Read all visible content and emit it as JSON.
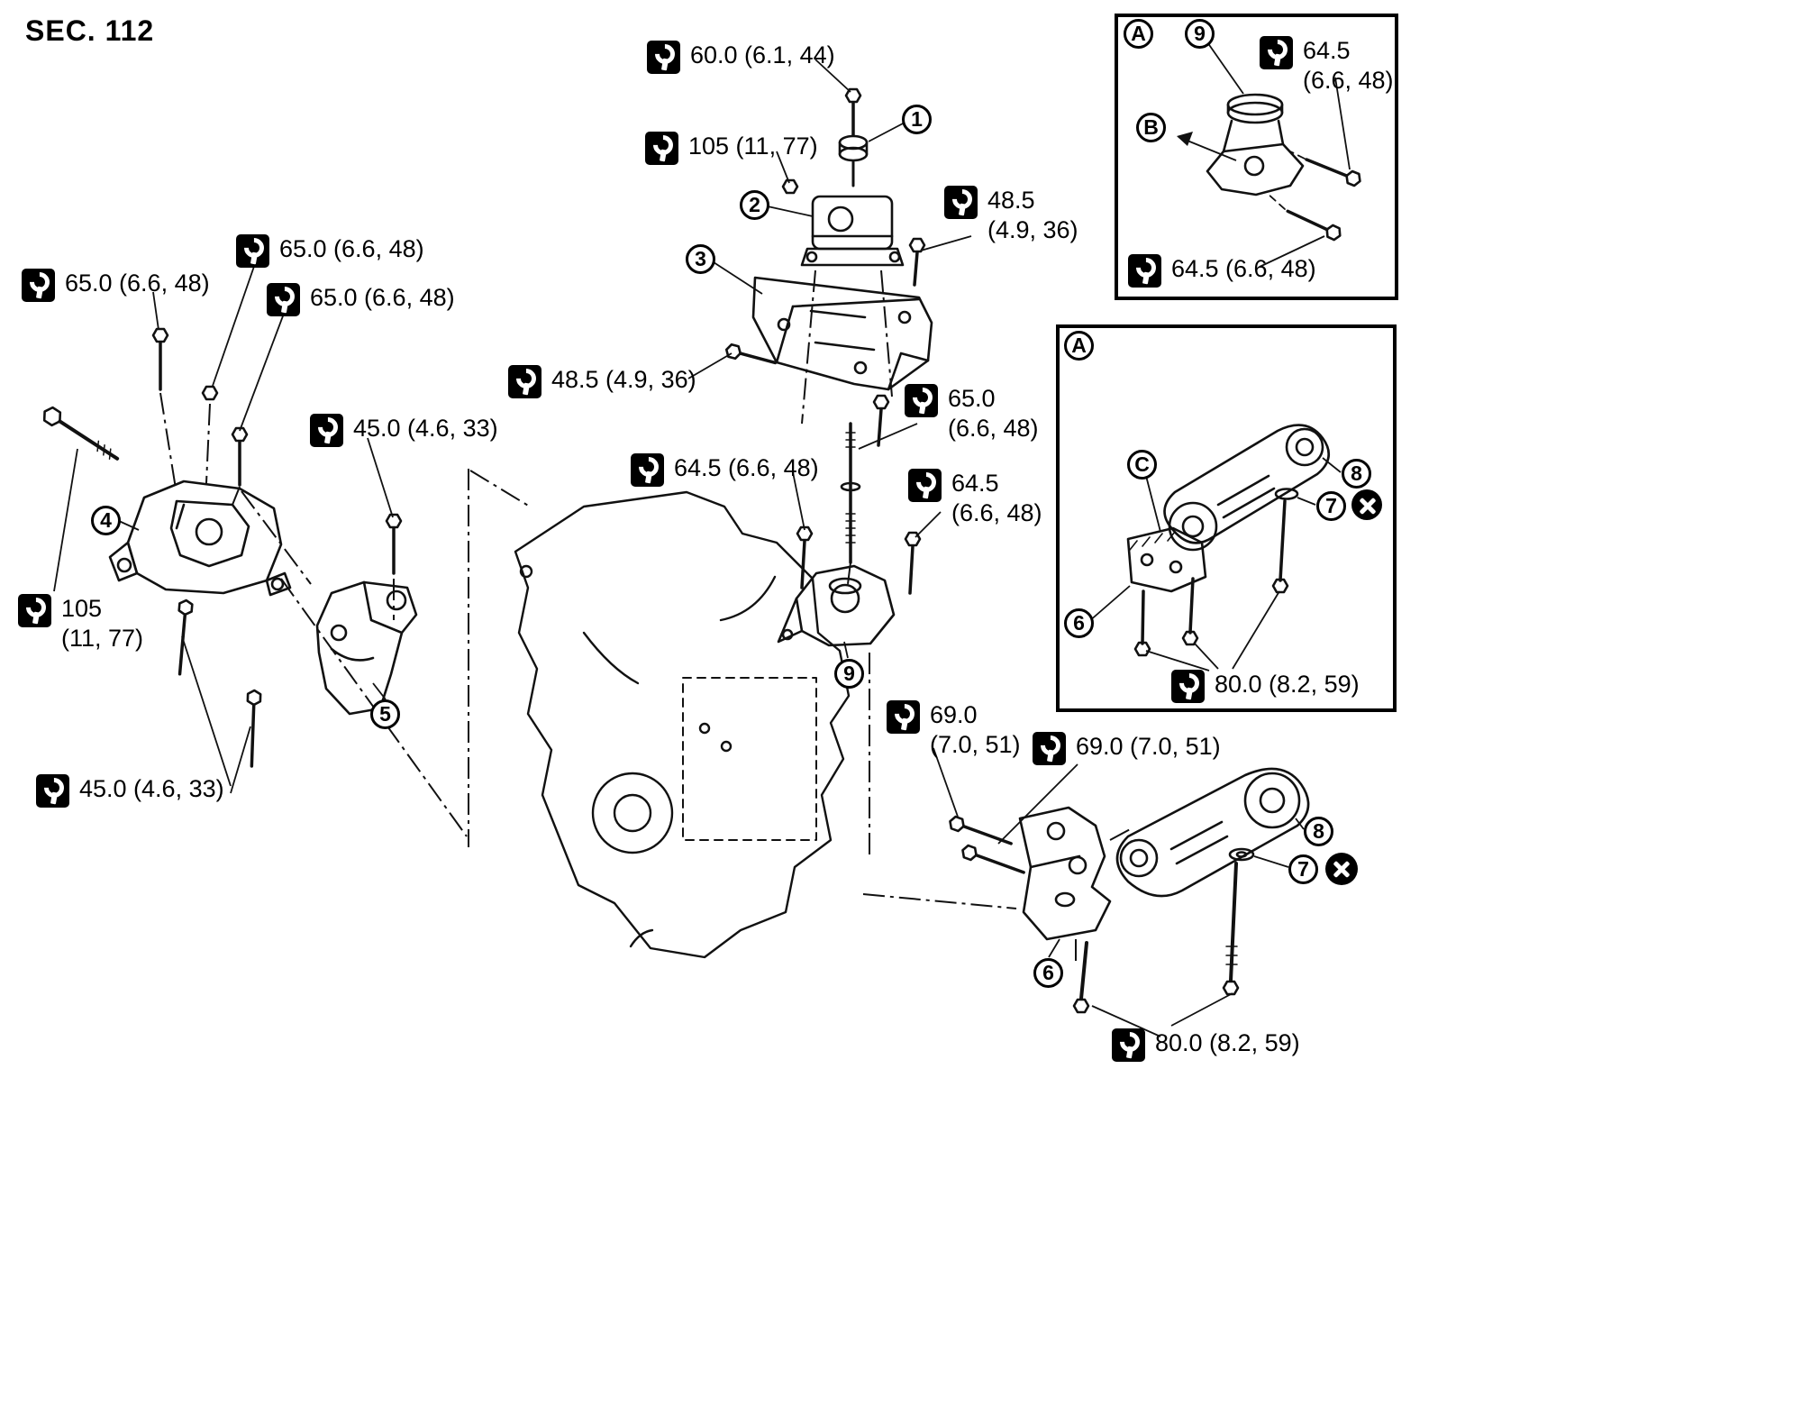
{
  "section_title": "SEC. 112",
  "icons": {
    "torque_wrench": "open-end-wrench-on-black-square",
    "do_not_reuse": "white-x-cross-on-black-circle"
  },
  "torque_labels": [
    {
      "line1": "60.0 (6.1, 44)"
    },
    {
      "line1": "105 (11, 77)"
    },
    {
      "line1": "48.5",
      "line2": "(4.9, 36)"
    },
    {
      "line1": "65.0 (6.6, 48)"
    },
    {
      "line1": "65.0 (6.6, 48)"
    },
    {
      "line1": "65.0 (6.6, 48)"
    },
    {
      "line1": "45.0 (4.6, 33)"
    },
    {
      "line1": "48.5 (4.9, 36)"
    },
    {
      "line1": "65.0",
      "line2": "(6.6, 48)"
    },
    {
      "line1": "64.5 (6.6, 48)"
    },
    {
      "line1": "64.5",
      "line2": "(6.6, 48)"
    },
    {
      "line1": "105",
      "line2": "(11, 77)"
    },
    {
      "line1": "45.0 (4.6, 33)"
    },
    {
      "line1": "69.0",
      "line2": "(7.0, 51)"
    },
    {
      "line1": "69.0 (7.0, 51)"
    },
    {
      "line1": "80.0 (8.2, 59)"
    },
    {
      "line1": "64.5",
      "line2": "(6.6, 48)"
    },
    {
      "line1": "64.5 (6.6, 48)"
    },
    {
      "line1": "80.0 (8.2, 59)"
    }
  ],
  "callouts": [
    {
      "label": "1"
    },
    {
      "label": "2"
    },
    {
      "label": "3"
    },
    {
      "label": "4"
    },
    {
      "label": "5"
    },
    {
      "label": "9"
    },
    {
      "label": "8"
    },
    {
      "label": "7"
    },
    {
      "label": "6"
    },
    {
      "label": "A"
    },
    {
      "label": "9"
    },
    {
      "label": "B"
    },
    {
      "label": "A"
    },
    {
      "label": "C"
    },
    {
      "label": "8"
    },
    {
      "label": "7"
    },
    {
      "label": "6"
    }
  ]
}
